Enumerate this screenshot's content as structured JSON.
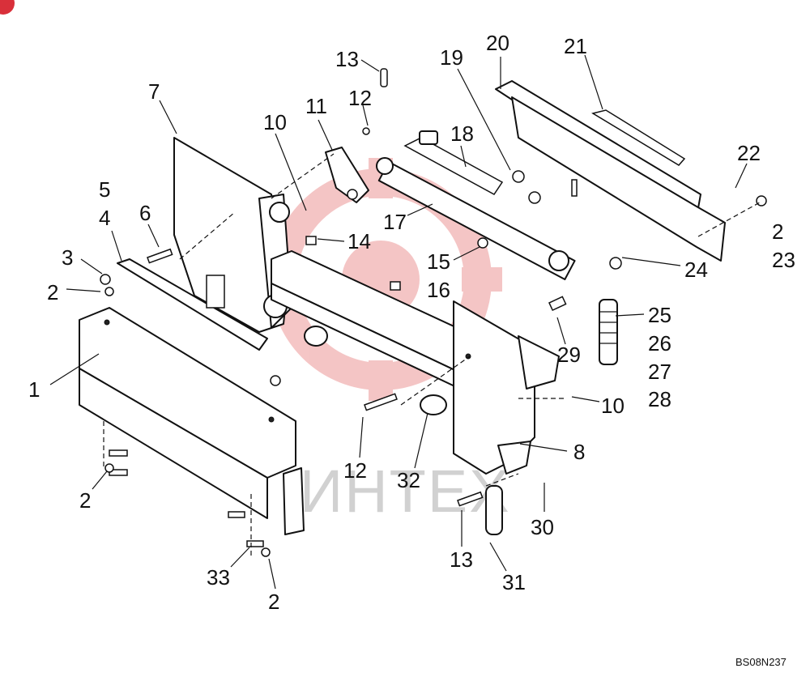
{
  "figure_id": "BS08N237",
  "watermark": {
    "text": "ИНТЕХ",
    "color": "#e25b5b"
  },
  "corner_badge": {
    "color": "#d9303a"
  },
  "callouts": [
    {
      "id": "c1",
      "text": "1"
    },
    {
      "id": "c2a",
      "text": "2"
    },
    {
      "id": "c2b",
      "text": "2"
    },
    {
      "id": "c2c",
      "text": "2"
    },
    {
      "id": "c2d",
      "text": "2"
    },
    {
      "id": "c3",
      "text": "3"
    },
    {
      "id": "c4",
      "text": "4"
    },
    {
      "id": "c5",
      "text": "5"
    },
    {
      "id": "c6",
      "text": "6"
    },
    {
      "id": "c7",
      "text": "7"
    },
    {
      "id": "c8",
      "text": "8"
    },
    {
      "id": "c10a",
      "text": "10"
    },
    {
      "id": "c10b",
      "text": "10"
    },
    {
      "id": "c11",
      "text": "11"
    },
    {
      "id": "c12a",
      "text": "12"
    },
    {
      "id": "c12b",
      "text": "12"
    },
    {
      "id": "c13a",
      "text": "13"
    },
    {
      "id": "c13b",
      "text": "13"
    },
    {
      "id": "c14",
      "text": "14"
    },
    {
      "id": "c15",
      "text": "15"
    },
    {
      "id": "c16",
      "text": "16"
    },
    {
      "id": "c17",
      "text": "17"
    },
    {
      "id": "c18",
      "text": "18"
    },
    {
      "id": "c19",
      "text": "19"
    },
    {
      "id": "c20",
      "text": "20"
    },
    {
      "id": "c21",
      "text": "21"
    },
    {
      "id": "c22",
      "text": "22"
    },
    {
      "id": "c23",
      "text": "23"
    },
    {
      "id": "c24",
      "text": "24"
    },
    {
      "id": "c25",
      "text": "25"
    },
    {
      "id": "c26",
      "text": "26"
    },
    {
      "id": "c27",
      "text": "27"
    },
    {
      "id": "c28",
      "text": "28"
    },
    {
      "id": "c29",
      "text": "29"
    },
    {
      "id": "c30",
      "text": "30"
    },
    {
      "id": "c31",
      "text": "31"
    },
    {
      "id": "c32",
      "text": "32"
    },
    {
      "id": "c33",
      "text": "33"
    }
  ]
}
